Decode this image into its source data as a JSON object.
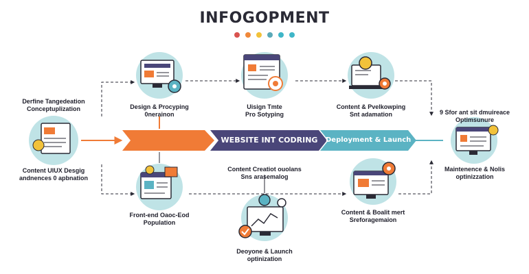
{
  "title": "INFOGOPMENT",
  "dots": [
    "#d9534f",
    "#f0883a",
    "#f2c23a",
    "#5aa9b8",
    "#3fb6c8",
    "#3fb6c8"
  ],
  "colors": {
    "orange": "#f07b36",
    "purple": "#4a4679",
    "teal": "#5bb3c3",
    "circle": "#bfe3e6",
    "ink": "#2a2a35"
  },
  "stages": {
    "left": {
      "line1": "Derfine Tangedeation",
      "line2": "Conceptuplization",
      "line3": "Content UIUX Desgig",
      "line4": "andnences 0 apbnation"
    },
    "top1": {
      "line1": "Design & Procyping",
      "line2": "0nerainon"
    },
    "top2": {
      "line1": "Uisign Tmte",
      "line2": "Pro Sotyping"
    },
    "top3": {
      "line1": "Content & Pvelkowping",
      "line2": "Snt adamation"
    },
    "right": {
      "line1": "9 Sfor ant sit dmuireace",
      "line2": "Optimsunure",
      "line3": "Maintenence & Nolis",
      "line4": "optinizzation"
    },
    "middle": {
      "line1": "Content Creatiot ouolans",
      "line2": "Sns arasemalog"
    },
    "bottom1": {
      "line1": "Front-end Oaoc-Eod",
      "line2": "Population"
    },
    "bottom3": {
      "line1": "Content & Boalit mert",
      "line2": "Sreforagemaion"
    },
    "bottom_center": {
      "line1": "Deoyone & Launch",
      "line2": "optinization"
    }
  },
  "banners": {
    "center": "WEBSITE INT CODRING",
    "right": "Deployment & Launch"
  }
}
